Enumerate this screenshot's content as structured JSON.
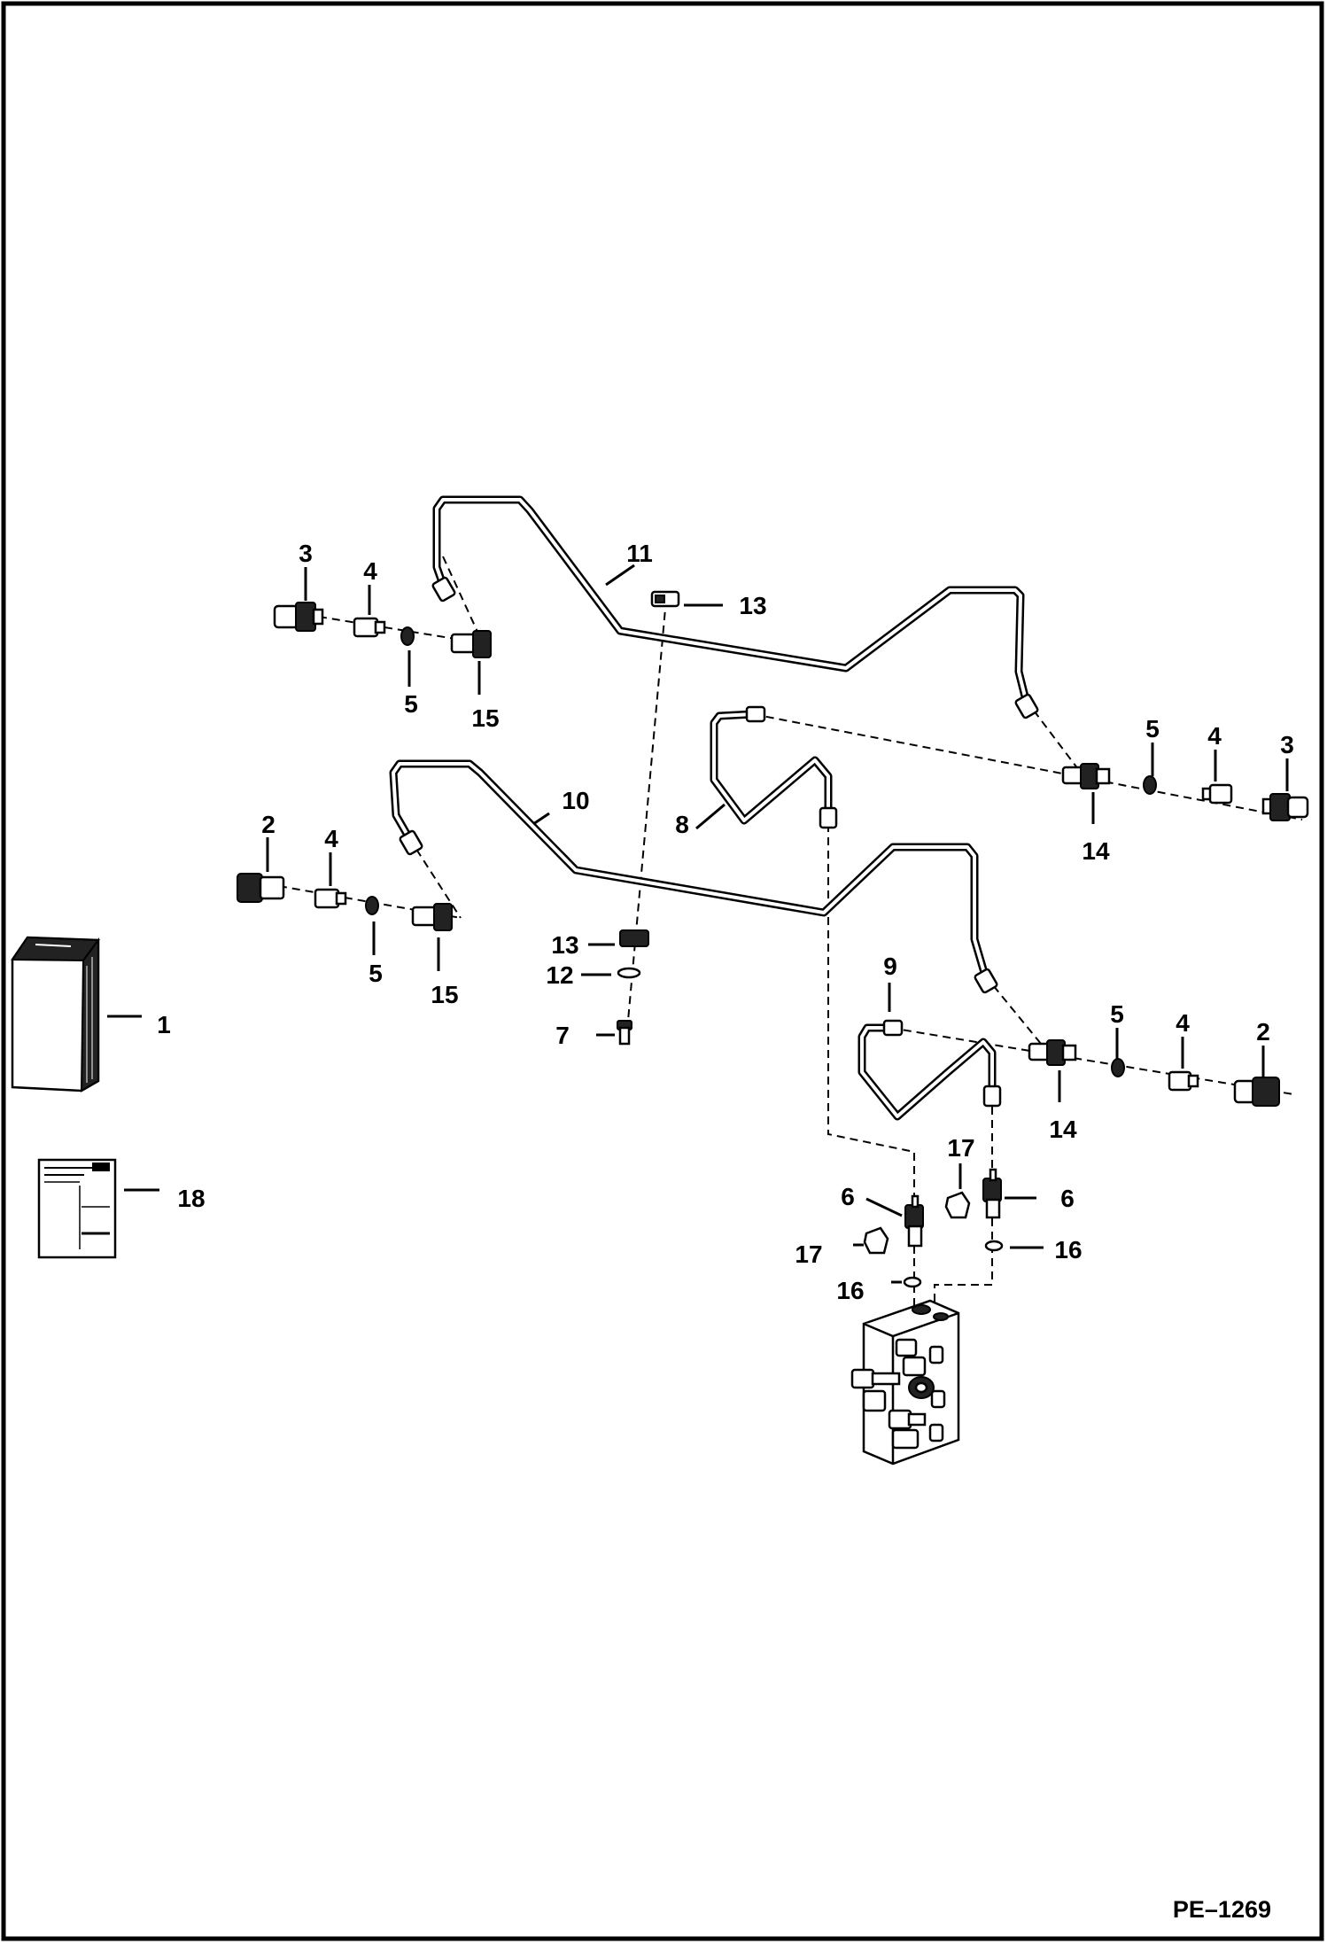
{
  "figure_code": "PE–1269",
  "callouts": [
    {
      "id": "c1",
      "label": "1"
    },
    {
      "id": "c2a",
      "label": "2"
    },
    {
      "id": "c2b",
      "label": "2"
    },
    {
      "id": "c3a",
      "label": "3"
    },
    {
      "id": "c3b",
      "label": "3"
    },
    {
      "id": "c4a",
      "label": "4"
    },
    {
      "id": "c4b",
      "label": "4"
    },
    {
      "id": "c4c",
      "label": "4"
    },
    {
      "id": "c4d",
      "label": "4"
    },
    {
      "id": "c5a",
      "label": "5"
    },
    {
      "id": "c5b",
      "label": "5"
    },
    {
      "id": "c5c",
      "label": "5"
    },
    {
      "id": "c5d",
      "label": "5"
    },
    {
      "id": "c6a",
      "label": "6"
    },
    {
      "id": "c6b",
      "label": "6"
    },
    {
      "id": "c7",
      "label": "7"
    },
    {
      "id": "c8",
      "label": "8"
    },
    {
      "id": "c9",
      "label": "9"
    },
    {
      "id": "c10",
      "label": "10"
    },
    {
      "id": "c11",
      "label": "11"
    },
    {
      "id": "c12",
      "label": "12"
    },
    {
      "id": "c13a",
      "label": "13"
    },
    {
      "id": "c13b",
      "label": "13"
    },
    {
      "id": "c14a",
      "label": "14"
    },
    {
      "id": "c14b",
      "label": "14"
    },
    {
      "id": "c15a",
      "label": "15"
    },
    {
      "id": "c15b",
      "label": "15"
    },
    {
      "id": "c16a",
      "label": "16"
    },
    {
      "id": "c16b",
      "label": "16"
    },
    {
      "id": "c17a",
      "label": "17"
    },
    {
      "id": "c17b",
      "label": "17"
    },
    {
      "id": "c18",
      "label": "18"
    }
  ]
}
